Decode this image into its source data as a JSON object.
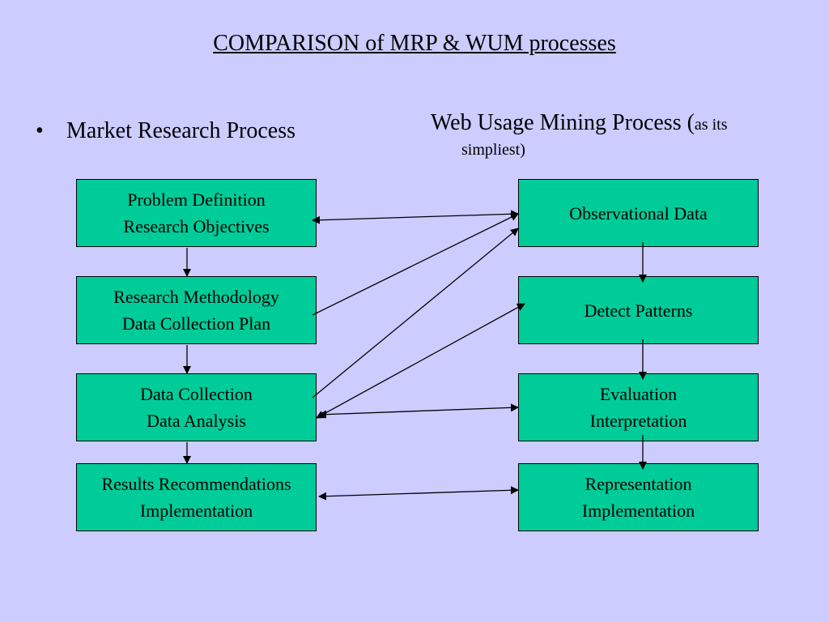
{
  "title": "COMPARISON of MRP & WUM processes",
  "left_heading": {
    "bullet": "•",
    "text": "Market Research Process"
  },
  "right_heading": {
    "main": "Web Usage Mining Process (",
    "small_suffix": "as its",
    "line2": "simpliest)"
  },
  "mrp_steps": [
    {
      "line1": "Problem Definition",
      "line2": "Research Objectives"
    },
    {
      "line1": "Research Methodology",
      "line2": "Data Collection Plan"
    },
    {
      "line1": "Data Collection",
      "line2": "Data Analysis"
    },
    {
      "line1": "Results Recommendations",
      "line2": "Implementation"
    }
  ],
  "wum_steps": [
    {
      "line1": "Observational Data",
      "line2": ""
    },
    {
      "line1": "Detect Patterns",
      "line2": ""
    },
    {
      "line1": "Evaluation",
      "line2": "Interpretation"
    },
    {
      "line1": "Representation",
      "line2": "Implementation"
    }
  ],
  "colors": {
    "background": "#ccccff",
    "box_fill": "#00cc99",
    "line": "#000000"
  }
}
